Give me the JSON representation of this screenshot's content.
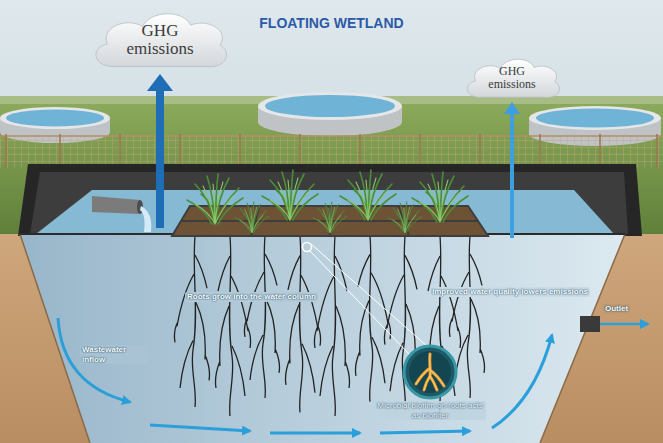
{
  "diagram": {
    "title": "FLOATING WETLAND",
    "nodes": [
      {
        "text": [
          "GHG emissions"
        ]
      },
      {
        "text": [
          "GHG emissions"
        ]
      },
      {
        "text": [
          "Microbial biofilm on roots acts as biofilter"
        ]
      }
    ],
    "labels": [
      "Roots grow into the water column",
      "Improved water quality lowers emissions",
      "Wastewater inflow",
      "Outlet"
    ]
  }
}
